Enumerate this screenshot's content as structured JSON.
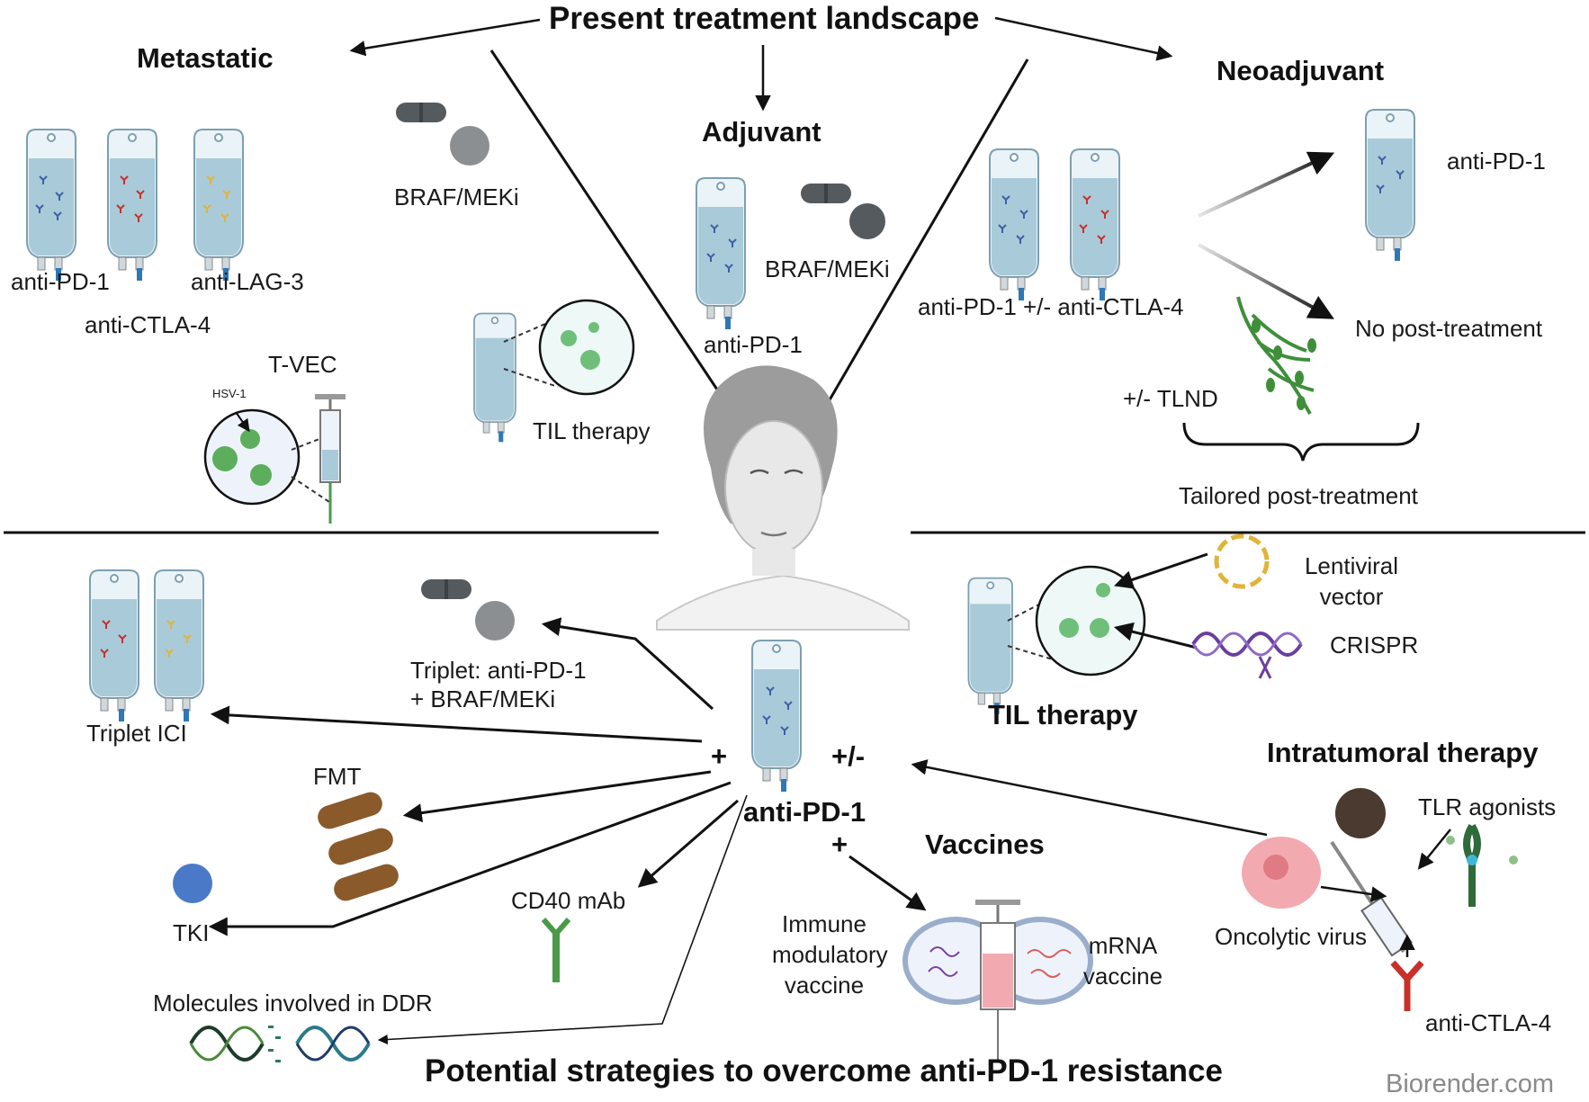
{
  "headers": {
    "top_title": "Present treatment landscape",
    "bottom_title": "Potential strategies to overcome anti-PD-1 resistance"
  },
  "metastatic": {
    "title": "Metastatic",
    "anti_pd1": "anti-PD-1",
    "anti_ctla4": "anti-CTLA-4",
    "anti_lag3": "anti-LAG-3",
    "braf_meki": "BRAF/MEKi",
    "tvec": "T-VEC",
    "hsv1": "HSV-1",
    "til": "TIL therapy"
  },
  "adjuvant": {
    "title": "Adjuvant",
    "braf_meki": "BRAF/MEKi",
    "anti_pd1": "anti-PD-1"
  },
  "neoadjuvant": {
    "title": "Neoadjuvant",
    "combo": "anti-PD-1 +/- anti-CTLA-4",
    "anti_pd1": "anti-PD-1",
    "no_post": "No post-treatment",
    "tlnd": "+/- TLND",
    "tailored": "Tailored post-treatment"
  },
  "strategies": {
    "center_drug": "anti-PD-1",
    "plus_left": "+",
    "plus_minus": "+/-",
    "plus_bottom": "+",
    "triplet_braf_line1": "Triplet: anti-PD-1",
    "triplet_braf_line2": "+ BRAF/MEKi",
    "triplet_ici": "Triplet ICI",
    "fmt": "FMT",
    "tki": "TKI",
    "cd40": "CD40 mAb",
    "ddr": "Molecules involved in DDR",
    "til_title": "TIL therapy",
    "lentiviral_line1": "Lentiviral",
    "lentiviral_line2": "vector",
    "crispr": "CRISPR",
    "intratumoral_title": "Intratumoral therapy",
    "tlr": "TLR agonists",
    "oncolytic": "Oncolytic virus",
    "anti_ctla4": "anti-CTLA-4",
    "vaccines_title": "Vaccines",
    "immune_line1": "Immune",
    "immune_line2": "modulatory",
    "immune_line3": "vaccine",
    "mrna_line1": "mRNA",
    "mrna_line2": "vaccine"
  },
  "watermark": "Biorender.com",
  "colors": {
    "bag_fluid": "#a9cad8",
    "bag_outline": "#7d9fb0",
    "pill_dark": "#555a5e",
    "pill_grey": "#8c8f92",
    "fmt_brown": "#8a5a2b",
    "tki_blue": "#4a7ac7",
    "antibody_red": "#c8302a",
    "antibody_blue": "#3d5fa8",
    "antibody_yellow": "#e0b43a",
    "green": "#4a9a4a",
    "dna_dark": "#1f3b2b",
    "dna_teal": "#2a7a8a",
    "crispr_purple": "#6a3fa0"
  }
}
